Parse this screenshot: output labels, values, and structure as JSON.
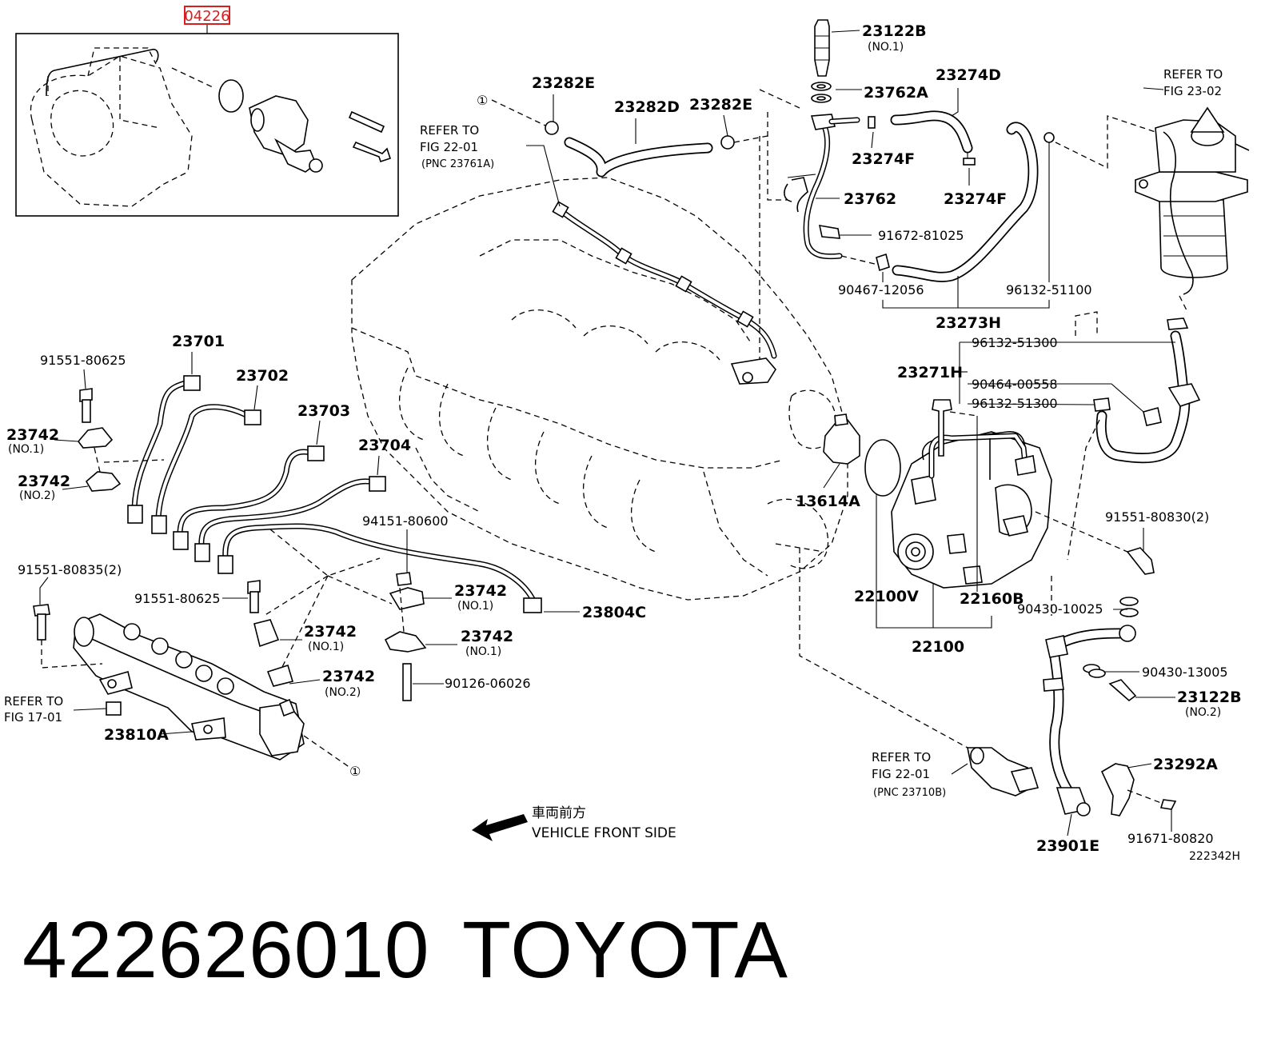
{
  "header": {
    "code": "04226"
  },
  "labels": {
    "p23122B": "23122B",
    "p23122B_sub": "(NO.1)",
    "p23762A": "23762A",
    "p23274D": "23274D",
    "p23274F_a": "23274F",
    "p23274F_b": "23274F",
    "p23762": "23762",
    "p91672": "91672-81025",
    "p90467": "90467-12056",
    "p96132_51100": "96132-51100",
    "p23273H": "23273H",
    "p23282E_a": "23282E",
    "p23282D": "23282D",
    "p23282E_b": "23282E",
    "p23701": "23701",
    "p23702": "23702",
    "p23703": "23703",
    "p23704": "23704",
    "p91551_80625_a": "91551-80625",
    "p91551_80625_b": "91551-80625",
    "p23742_1": "23742",
    "p23742_1s": "(NO.1)",
    "p23742_2": "23742",
    "p23742_2s": "(NO.2)",
    "p23742_3": "23742",
    "p23742_3s": "(NO.1)",
    "p23742_4": "23742",
    "p23742_4s": "(NO.1)",
    "p23742_5": "23742",
    "p23742_5s": "(NO.1)",
    "p23742_6": "23742",
    "p23742_6s": "(NO.2)",
    "p94151": "94151-80600",
    "p90126": "90126-06026",
    "p91551_80835": "91551-80835(2)",
    "p23804C": "23804C",
    "p23810A": "23810A",
    "p13614A": "13614A",
    "p22100V": "22100V",
    "p22100": "22100",
    "p22160B": "22160B",
    "p23271H": "23271H",
    "p96132_51300_a": "96132-51300",
    "p90464": "90464-00558",
    "p96132_51300_b": "96132-51300",
    "p91551_80830": "91551-80830(2)",
    "p90430_10025": "90430-10025",
    "p90430_13005": "90430-13005",
    "p23122B_2": "23122B",
    "p23122B_2s": "(NO.2)",
    "p23292A": "23292A",
    "p91671": "91671-80820",
    "p23901E": "23901E",
    "circle_1a": "①",
    "circle_1b": "①",
    "fig_code": "222342H"
  },
  "refs": {
    "r1_a": "REFER TO",
    "r1_b": "FIG 22-01",
    "r1_c": "(PNC 23761A)",
    "r2_a": "REFER TO",
    "r2_b": "FIG 23-02",
    "r3_a": "REFER TO",
    "r3_b": "FIG 17-01",
    "r4_a": "REFER TO",
    "r4_b": "FIG 22-01",
    "r4_c": "(PNC 23710B)"
  },
  "direction": {
    "jp": "車両前方",
    "en": "VEHICLE FRONT SIDE"
  },
  "footer": {
    "part_number": "422626010",
    "brand": "TOYOTA"
  },
  "colors": {
    "header_box": "#d42020",
    "line": "#000000",
    "background": "#ffffff"
  }
}
